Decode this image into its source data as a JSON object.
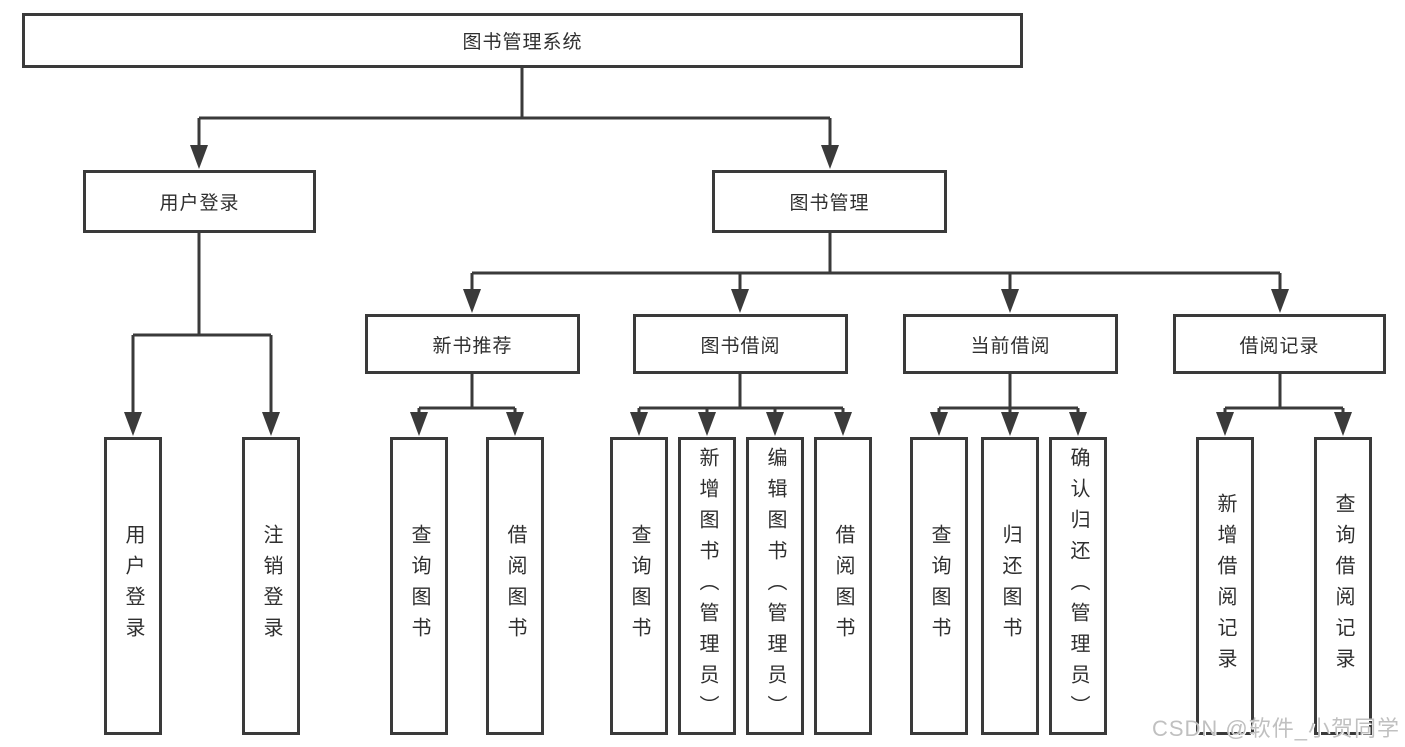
{
  "diagram": {
    "title": "图书管理系统",
    "branches": [
      {
        "label": "用户登录",
        "children": [
          "用户登录",
          "注销登录"
        ]
      },
      {
        "label": "图书管理",
        "children": [
          {
            "label": "新书推荐",
            "children": [
              "查询图书",
              "借阅图书"
            ]
          },
          {
            "label": "图书借阅",
            "children": [
              "查询图书",
              "新增图书（管理员）",
              "编辑图书（管理员）",
              "借阅图书"
            ]
          },
          {
            "label": "当前借阅",
            "children": [
              "查询图书",
              "归还图书",
              "确认归还（管理员）"
            ]
          },
          {
            "label": "借阅记录",
            "children": [
              "新增借阅记录",
              "查询借阅记录"
            ]
          }
        ]
      }
    ]
  },
  "watermark": "CSDN @软件_小贺同学",
  "colors": {
    "line": "#3a3a3a",
    "text": "#2f2f2f",
    "watermark": "#c0c0c0",
    "background": "#ffffff"
  }
}
